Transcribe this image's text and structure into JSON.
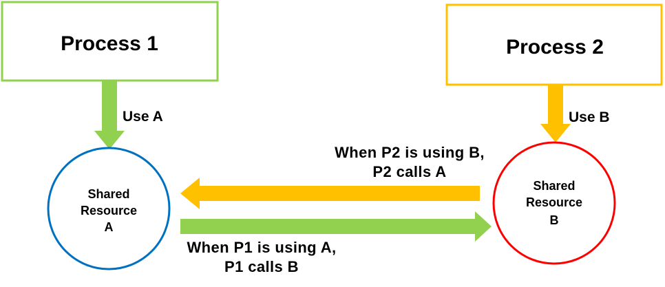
{
  "processes": [
    {
      "label": "Process 1"
    },
    {
      "label": "Process 2"
    }
  ],
  "arrows": {
    "use_a": "Use A",
    "use_b": "Use B",
    "p2_calls_a": [
      "When P2 is using B,",
      "P2 calls A"
    ],
    "p1_calls_b": [
      "When P1 is using A,",
      "P1 calls B"
    ]
  },
  "resources": [
    {
      "lines": [
        "Shared",
        "Resource",
        "A"
      ]
    },
    {
      "lines": [
        "Shared",
        "Resource",
        "B"
      ]
    }
  ],
  "colors": {
    "green": "#92D050",
    "yellow": "#FFC000",
    "blue": "#0070C0",
    "red": "#FF0000"
  }
}
